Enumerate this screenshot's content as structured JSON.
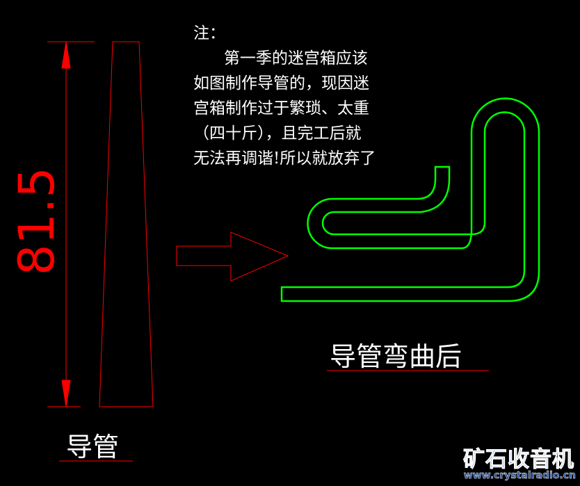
{
  "note": {
    "title": "注：",
    "lines": [
      "      第一季的迷宫箱应该",
      "如图制作导管的，现因迷",
      "宫箱制作过于繁琐、太重",
      "（四十斤），且完工后就",
      "无法再调谐!所以就放弃了"
    ]
  },
  "dimension_value": "81.5",
  "tube_label": "导管",
  "bent_tube_label": "导管弯曲后",
  "watermark": {
    "name": "矿石收音机",
    "url": "www.crystalradio.cn"
  },
  "colors": {
    "dimension": "#ff0000",
    "bent_tube": "#00ff00",
    "text": "#ffffff"
  }
}
